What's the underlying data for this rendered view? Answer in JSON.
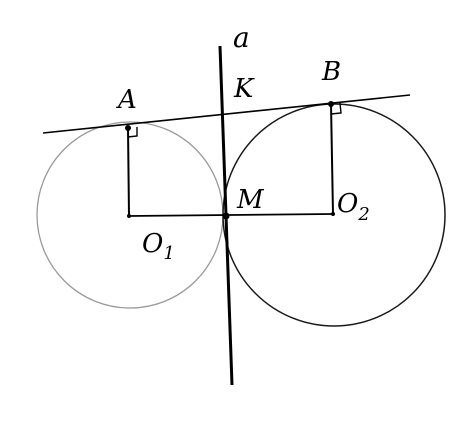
{
  "figure": {
    "points": {
      "line_label": "a",
      "k_label": "K",
      "a_label": "A",
      "b_label": "B",
      "m_label": "M",
      "o1_label": "O",
      "o1_sub": "1",
      "o2_label": "O",
      "o2_sub": "2"
    },
    "colors": {
      "ink": "#000000",
      "circle1": "#9a9a9a",
      "circle2": "#1a1a1a",
      "background": "#ffffff"
    }
  }
}
